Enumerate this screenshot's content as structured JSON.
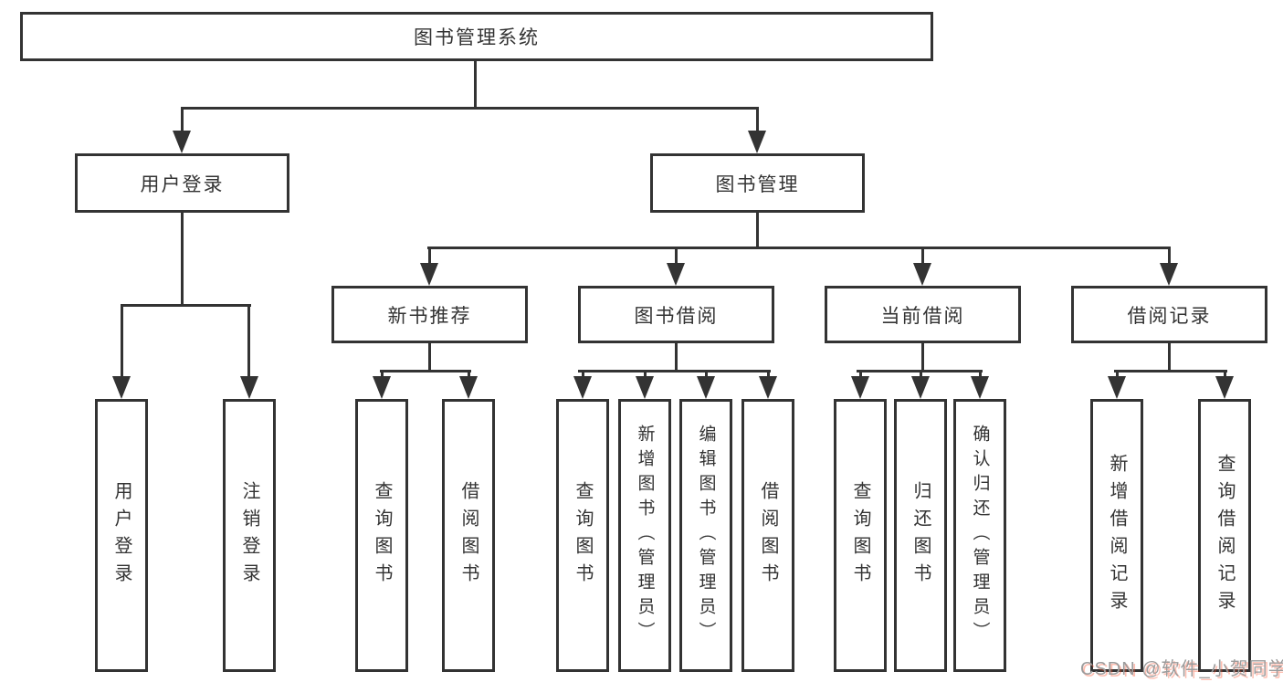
{
  "root": {
    "label": "图书管理系统"
  },
  "branches": {
    "user_login": {
      "label": "用户登录",
      "children": [
        "用户登录",
        "注销登录"
      ]
    },
    "book_mgmt": {
      "label": "图书管理"
    },
    "new_book_rec": {
      "label": "新书推荐",
      "children": [
        "查询图书",
        "借阅图书"
      ]
    },
    "book_borrow": {
      "label": "图书借阅",
      "children": [
        "查询图书",
        "新增图书（管理员）",
        "编辑图书（管理员）",
        "借阅图书"
      ]
    },
    "current_borrow": {
      "label": "当前借阅",
      "children": [
        "查询图书",
        "归还图书",
        "确认归还（管理员）"
      ]
    },
    "borrow_records": {
      "label": "借阅记录",
      "children": [
        "新增借阅记录",
        "查询借阅记录"
      ]
    }
  },
  "watermark": {
    "text": "CSDN @软件_小贺同学"
  },
  "colors": {
    "line": "#333333",
    "text": "#333333",
    "background": "#ffffff",
    "watermark": "#9c9c9c",
    "watermark_shadow": "#fc5531"
  }
}
